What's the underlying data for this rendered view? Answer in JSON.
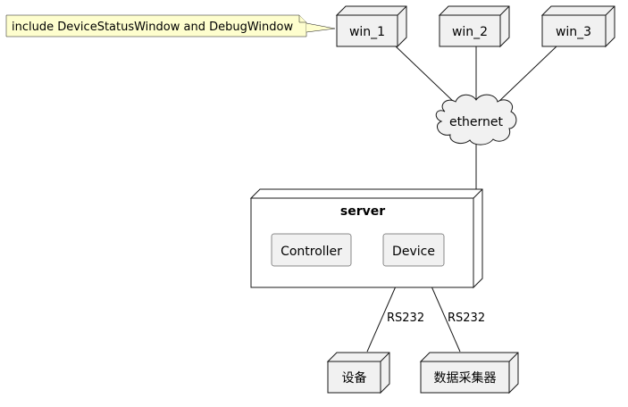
{
  "note": {
    "text": "include DeviceStatusWindow and DebugWindow"
  },
  "nodes": {
    "win_1": "win_1",
    "win_2": "win_2",
    "win_3": "win_3",
    "device_cn": "设备",
    "collector_cn": "数据采集器"
  },
  "cloud": {
    "label": "ethernet"
  },
  "server": {
    "title": "server",
    "components": {
      "controller": "Controller",
      "device": "Device"
    }
  },
  "links": {
    "rs232_a": "RS232",
    "rs232_b": "RS232"
  },
  "colors": {
    "node_fill": "#f1f1f1",
    "note_fill": "#fefece",
    "stroke": "#181818"
  }
}
